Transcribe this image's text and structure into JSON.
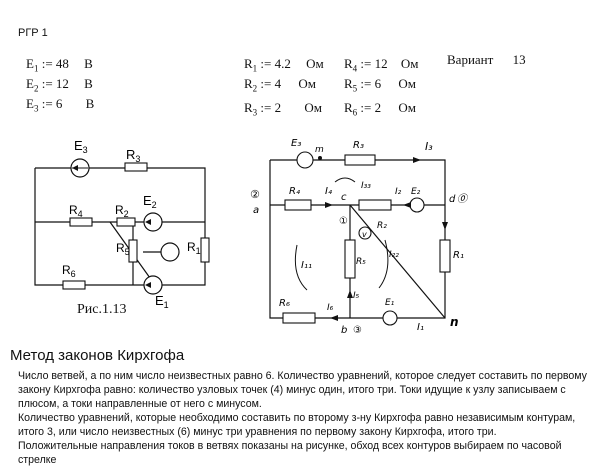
{
  "document": {
    "title": "РГР 1",
    "variant_label": "Вариант",
    "variant_number": "13"
  },
  "sources": [
    {
      "name": "E",
      "index": "1",
      "value": ":= 48",
      "unit": "В"
    },
    {
      "name": "E",
      "index": "2",
      "value": ":= 12",
      "unit": "В"
    },
    {
      "name": "E",
      "index": "3",
      "value": ":= 6",
      "unit": "В"
    }
  ],
  "resistors": [
    {
      "name": "R",
      "index": "1",
      "value": ":= 4.2",
      "unit": "Ом"
    },
    {
      "name": "R",
      "index": "4",
      "value": ":= 12",
      "unit": "Ом"
    },
    {
      "name": "R",
      "index": "2",
      "value": ":= 4",
      "unit": "Ом"
    },
    {
      "name": "R",
      "index": "5",
      "value": ":= 6",
      "unit": "Ом"
    },
    {
      "name": "R",
      "index": "3",
      "value": ":= 2",
      "unit": "Ом"
    },
    {
      "name": "R",
      "index": "6",
      "value": ":= 2",
      "unit": "Ом"
    }
  ],
  "left_figure": {
    "caption": "Рис.1.13",
    "labels": {
      "E3": "E",
      "E3_sub": "3",
      "R3": "R",
      "R3_sub": "3",
      "E2": "E",
      "E2_sub": "2",
      "R4": "R",
      "R4_sub": "4",
      "R2": "R",
      "R2_sub": "2",
      "R5": "R",
      "R5_sub": "5",
      "R1": "R",
      "R1_sub": "1",
      "R6": "R",
      "R6_sub": "6",
      "E1": "E",
      "E1_sub": "1"
    }
  },
  "right_figure": {
    "labels": {
      "E3": "E₃",
      "m": "m",
      "R3": "R₃",
      "I3": "I₃",
      "n2": "②",
      "a": "a",
      "R4": "R₄",
      "I4": "I₄",
      "c": "c",
      "I33": "I₃₃",
      "I2": "I₂",
      "E2": "E₂",
      "d": "d",
      "n0": "⓪",
      "n1": "①",
      "v": "v",
      "R2": "R₂",
      "I11": "I₁₁",
      "R5": "R₅",
      "I22": "I₂₂",
      "R1": "R₁",
      "R6": "R₆",
      "I6": "I₆",
      "I5": "I₅",
      "E1": "E₁",
      "b": "b",
      "n3": "③",
      "I1": "I₁",
      "n": "n"
    }
  },
  "section": {
    "heading": "Метод законов Кирхгофа",
    "para1": "Число ветвей, а по ним число неизвестных равно 6. Количество уравнений, которое следует составить по первому закону Кирхгофа равно: количество узловых точек (4) минус один, итого три. Токи идущие к узлу записываем  с плюсом, а токи направленные от него с минусом.",
    "para2": "Количество уравнений, которые необходимо составить по второму з-ну Кирхгофа равно независимым контурам, итого 3, или число неизвестных (6) минус три уравнения по  первому закону Кирхгофа, итого три.",
    "para3": "Положительные направления токов в ветвях показаны на рисунке, обход всех контуров выбираем по часовой стрелке"
  }
}
